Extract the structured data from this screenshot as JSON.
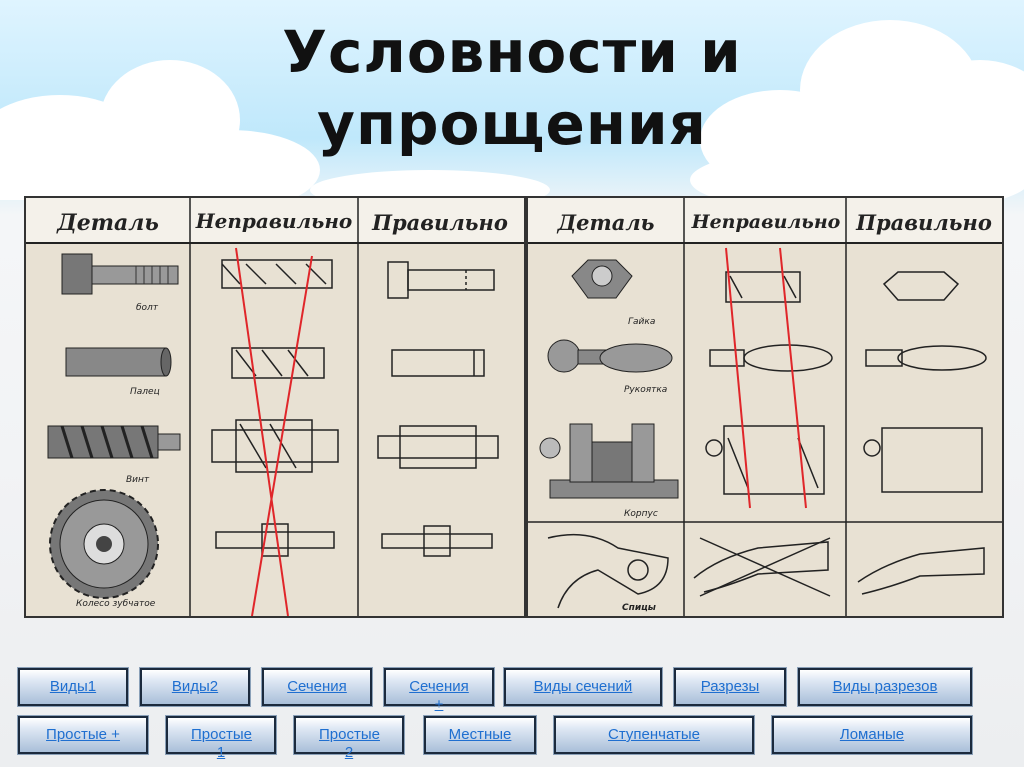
{
  "title_line1": "Условности и",
  "title_line2": "упрощения",
  "left_table": {
    "headers": [
      "Деталь",
      "Неправильно",
      "Правильно"
    ],
    "items": [
      "болт",
      "Палец",
      "Винт",
      "Колесо зубчатое"
    ]
  },
  "right_table": {
    "headers": [
      "Деталь",
      "Неправильно",
      "Правильно"
    ],
    "items": [
      "Гайка",
      "Рукоятка",
      "Корпус",
      "Спицы"
    ]
  },
  "nav_row1": [
    "Виды1",
    "Виды2",
    "Сечения",
    "Сечения +",
    "Виды сечений",
    "Разрезы",
    "Виды разрезов"
  ],
  "nav_row2": [
    "Простые +",
    "Простые 1",
    "Простые 2",
    "Местные",
    "Ступенчатые",
    "Ломаные"
  ],
  "colors": {
    "link": "#1f6fd0",
    "error_line": "#e0262a",
    "plate": "#e8e1d3"
  }
}
